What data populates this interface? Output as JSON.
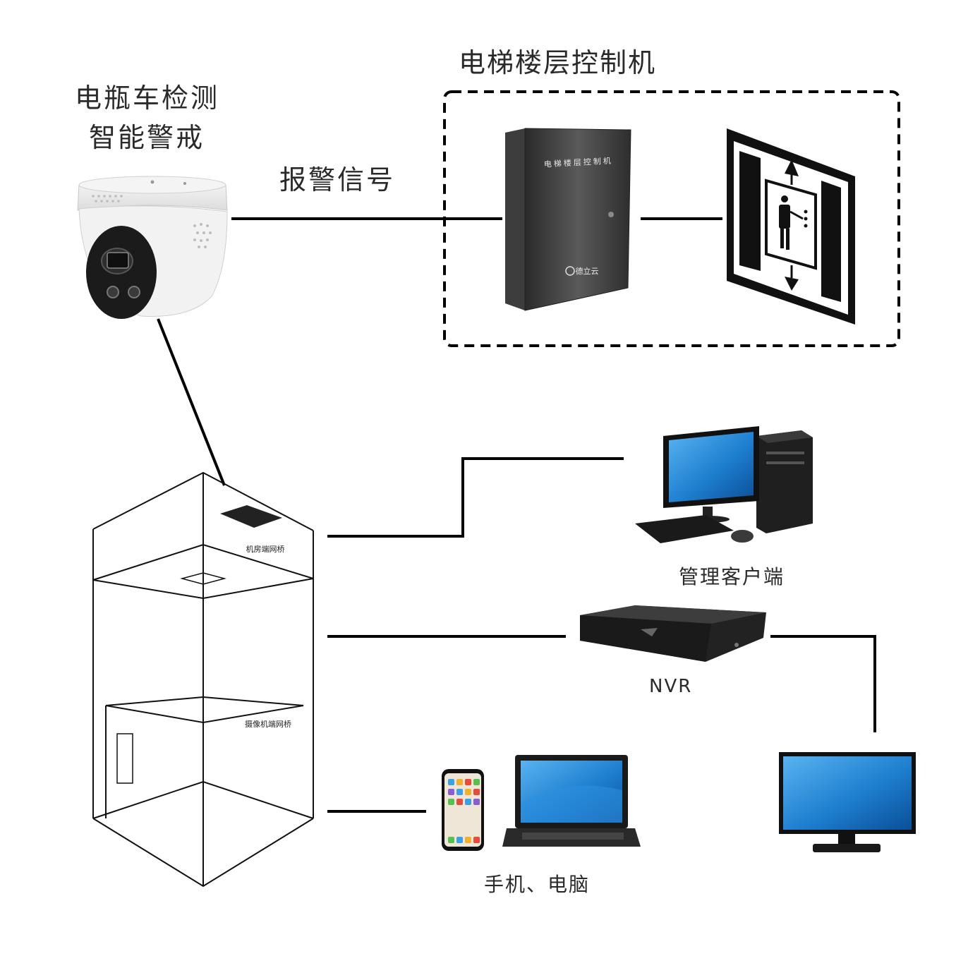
{
  "labels": {
    "camera_title_line1": "电瓶车检测",
    "camera_title_line2": "智能警戒",
    "controller_group_title": "电梯楼层控制机",
    "alarm_signal": "报警信号",
    "management_client": "管理客户端",
    "nvr": "NVR",
    "mobile_pc": "手机、电脑",
    "controller_box_text": "电梯楼层控制机",
    "controller_brand": "德立云",
    "machine_room_bridge": "机房端网桥",
    "camera_bridge": "摄像机端网桥"
  },
  "icons": {
    "camera": "dome-camera-icon",
    "controller": "control-box-icon",
    "elevator_sign": "elevator-sign-icon",
    "elevator_shaft": "elevator-shaft-icon",
    "desktop": "desktop-computer-icon",
    "nvr": "nvr-recorder-icon",
    "monitor": "monitor-icon",
    "phone": "smartphone-icon",
    "laptop": "laptop-icon"
  },
  "colors": {
    "line": "#000000",
    "screen_blue": "#1e7fd0",
    "device_dark": "#1c1c1c"
  }
}
